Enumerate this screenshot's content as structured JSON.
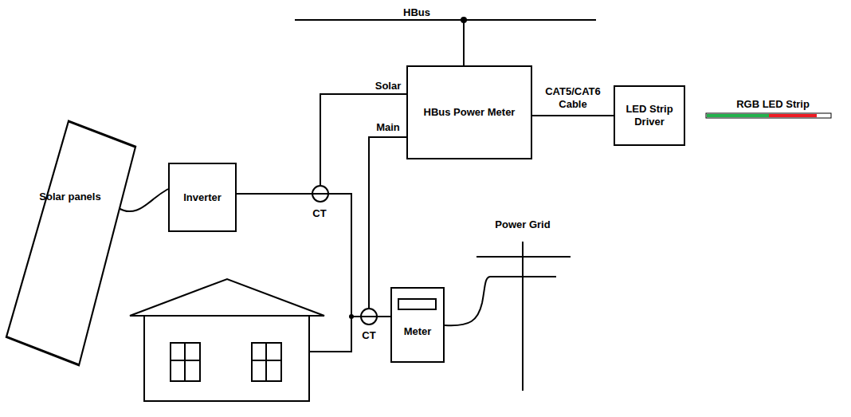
{
  "diagram": {
    "nodes": [
      {
        "text": [
          "HBus Power Meter"
        ]
      },
      {
        "text": [
          "LED Strip Driver"
        ]
      },
      {
        "text": [
          "Solar panels"
        ]
      },
      {
        "text": [
          "Inverter"
        ]
      },
      {
        "text": [
          "Meter"
        ]
      }
    ],
    "edges": [
      {
        "from": 0,
        "to": 1,
        "label": "CAT5/CAT6 Cable",
        "arrow": "none"
      },
      {
        "from": 2,
        "to": 3,
        "arrow": "none"
      },
      {
        "from": 3,
        "to": 4,
        "arrow": "none"
      }
    ],
    "labels": [
      "HBus",
      "Solar",
      "Main",
      "CT",
      "CT",
      "Power Grid",
      "RGB LED Strip"
    ]
  }
}
